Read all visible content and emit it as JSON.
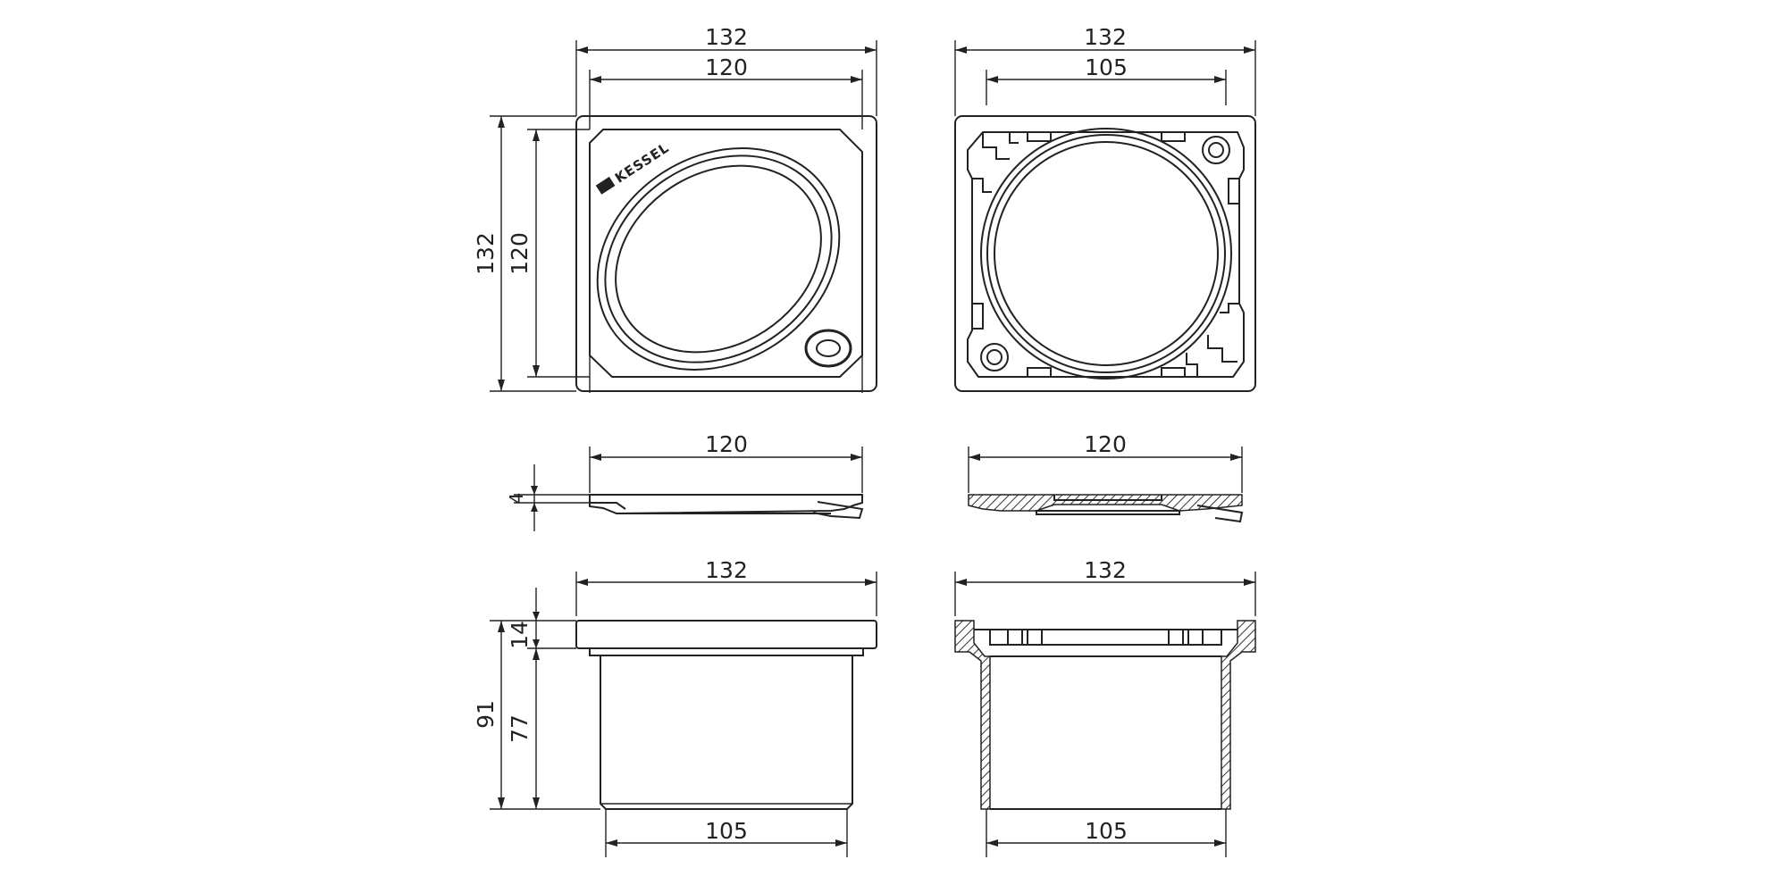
{
  "drawing": {
    "top_view": {
      "overall_width": "132",
      "inner_width": "120",
      "overall_height": "132",
      "inner_height": "120",
      "logo_text": "KESSEL"
    },
    "bottom_view": {
      "overall_width": "132",
      "inner_width": "105"
    },
    "grate_side": {
      "width": "120",
      "thickness": "4"
    },
    "grate_section": {
      "width": "120"
    },
    "body_side": {
      "top_width": "132",
      "bottom_width": "105",
      "total_height": "91",
      "flange_height": "14",
      "body_height": "77"
    },
    "body_section": {
      "top_width": "132",
      "bottom_width": "105"
    }
  }
}
